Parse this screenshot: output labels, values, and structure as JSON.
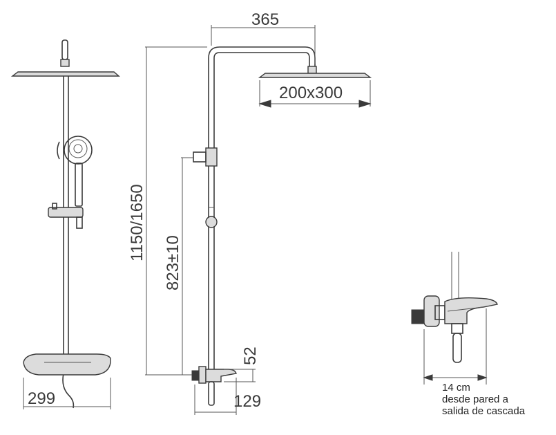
{
  "dimensions": {
    "arm_length": "365",
    "head_size": "200x300",
    "total_height": "1150/1650",
    "mixer_height": "823±10",
    "spout_height": "52",
    "spout_depth": "129",
    "shelf_width": "299"
  },
  "note": {
    "distance": "14 cm",
    "line1": "desde pared a",
    "line2": "salida de cascada"
  }
}
